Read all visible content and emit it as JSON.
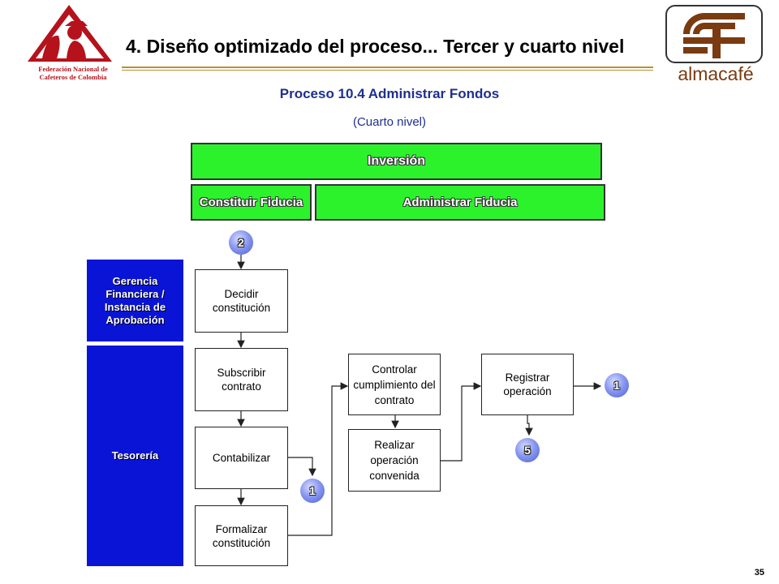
{
  "header": {
    "title": "4. Diseño optimizado del proceso... Tercer y cuarto nivel",
    "subtitle": "Proceso 10.4 Administrar Fondos",
    "level": "(Cuarto nivel)",
    "logo_left_text": [
      "Federación Nacional de",
      "Cafeteros de Colombia"
    ],
    "logo_right_text": "almacafé"
  },
  "bars": {
    "inversion": "Inversión",
    "constituir": "Constituir Fiducia",
    "administrar": "Administrar Fiducia"
  },
  "lanes": {
    "gerencia": "Gerencia Financiera / Instancia de Aprobación",
    "tesoreria": "Tesorería"
  },
  "steps": {
    "decidir": "Decidir constitución",
    "subscribir": "Subscribir contrato",
    "contabilizar": "Contabilizar",
    "formalizar": "Formalizar constitución",
    "controlar": "Controlar cumplimiento del contrato",
    "realizar": "Realizar operación convenida",
    "registrar": "Registrar operación"
  },
  "connectors": {
    "top": "2",
    "after_contabilizar": "1",
    "after_registrar": "1",
    "below_registrar": "5"
  },
  "page_number": "35",
  "colors": {
    "green_bar": "#2cf22c",
    "lane_blue": "#0a14d6",
    "title_blue": "#1f2f8f",
    "gold_rule": "#b8912e",
    "logo_red": "#b5121b"
  }
}
